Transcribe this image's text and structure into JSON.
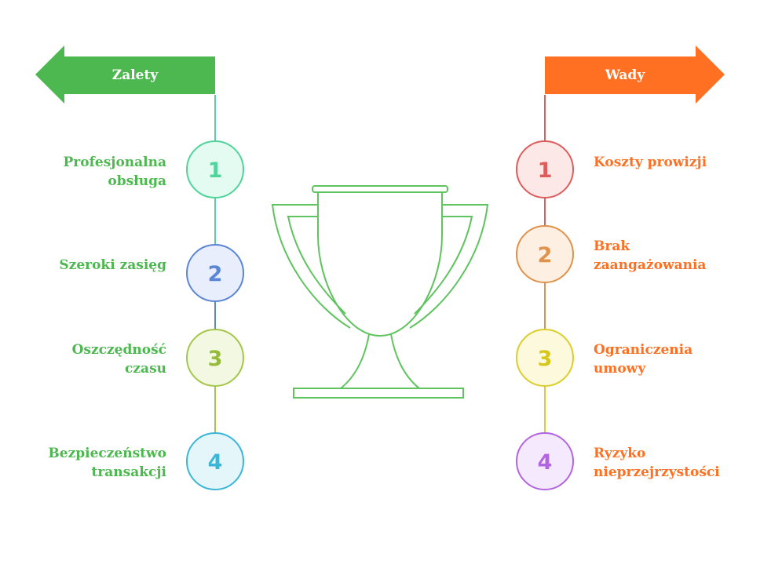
{
  "pros": {
    "title": "Zalety",
    "color": "#4cb84f",
    "items": [
      {
        "number": "1",
        "line1": "Profesjonalna",
        "line2": "obsługa",
        "stroke": "#52d39c",
        "fill": "#e3fbf0",
        "text": "#52d39c",
        "label_color": "#4cb84f"
      },
      {
        "number": "2",
        "line1": "Szeroki zasięg",
        "line2": "",
        "stroke": "#5b86d6",
        "fill": "#e8eefb",
        "text": "#5b86d6",
        "label_color": "#4cb84f"
      },
      {
        "number": "3",
        "line1": "Oszczędność",
        "line2": "czasu",
        "stroke": "#a4c64a",
        "fill": "#f3f8e2",
        "text": "#96ba3a",
        "label_color": "#4cb84f"
      },
      {
        "number": "4",
        "line1": "Bezpieczeństwo",
        "line2": "transakcji",
        "stroke": "#3cb6d6",
        "fill": "#e5f6fb",
        "text": "#3cb6d6",
        "label_color": "#4cb84f"
      }
    ]
  },
  "cons": {
    "title": "Wady",
    "color": "#ff7022",
    "items": [
      {
        "number": "1",
        "line1": "Koszty prowizji",
        "line2": "",
        "stroke": "#dd5d5d",
        "fill": "#fde8e8",
        "text": "#dd5d5d",
        "label_color": "#ff7022"
      },
      {
        "number": "2",
        "line1": "Brak",
        "line2": "zaangażowania",
        "stroke": "#e0924a",
        "fill": "#fdf0e3",
        "text": "#e0924a",
        "label_color": "#ff7022"
      },
      {
        "number": "3",
        "line1": "Ograniczenia",
        "line2": "umowy",
        "stroke": "#dccd2c",
        "fill": "#fcf9dc",
        "text": "#d6c71c",
        "label_color": "#ff7022"
      },
      {
        "number": "4",
        "line1": "Ryzyko",
        "line2": "nieprzejrzystości",
        "stroke": "#b265e0",
        "fill": "#f5eafd",
        "text": "#b265e0",
        "label_color": "#ff7022"
      }
    ]
  },
  "trophy": {
    "icon": "trophy-icon",
    "color": "#5fc35f"
  }
}
